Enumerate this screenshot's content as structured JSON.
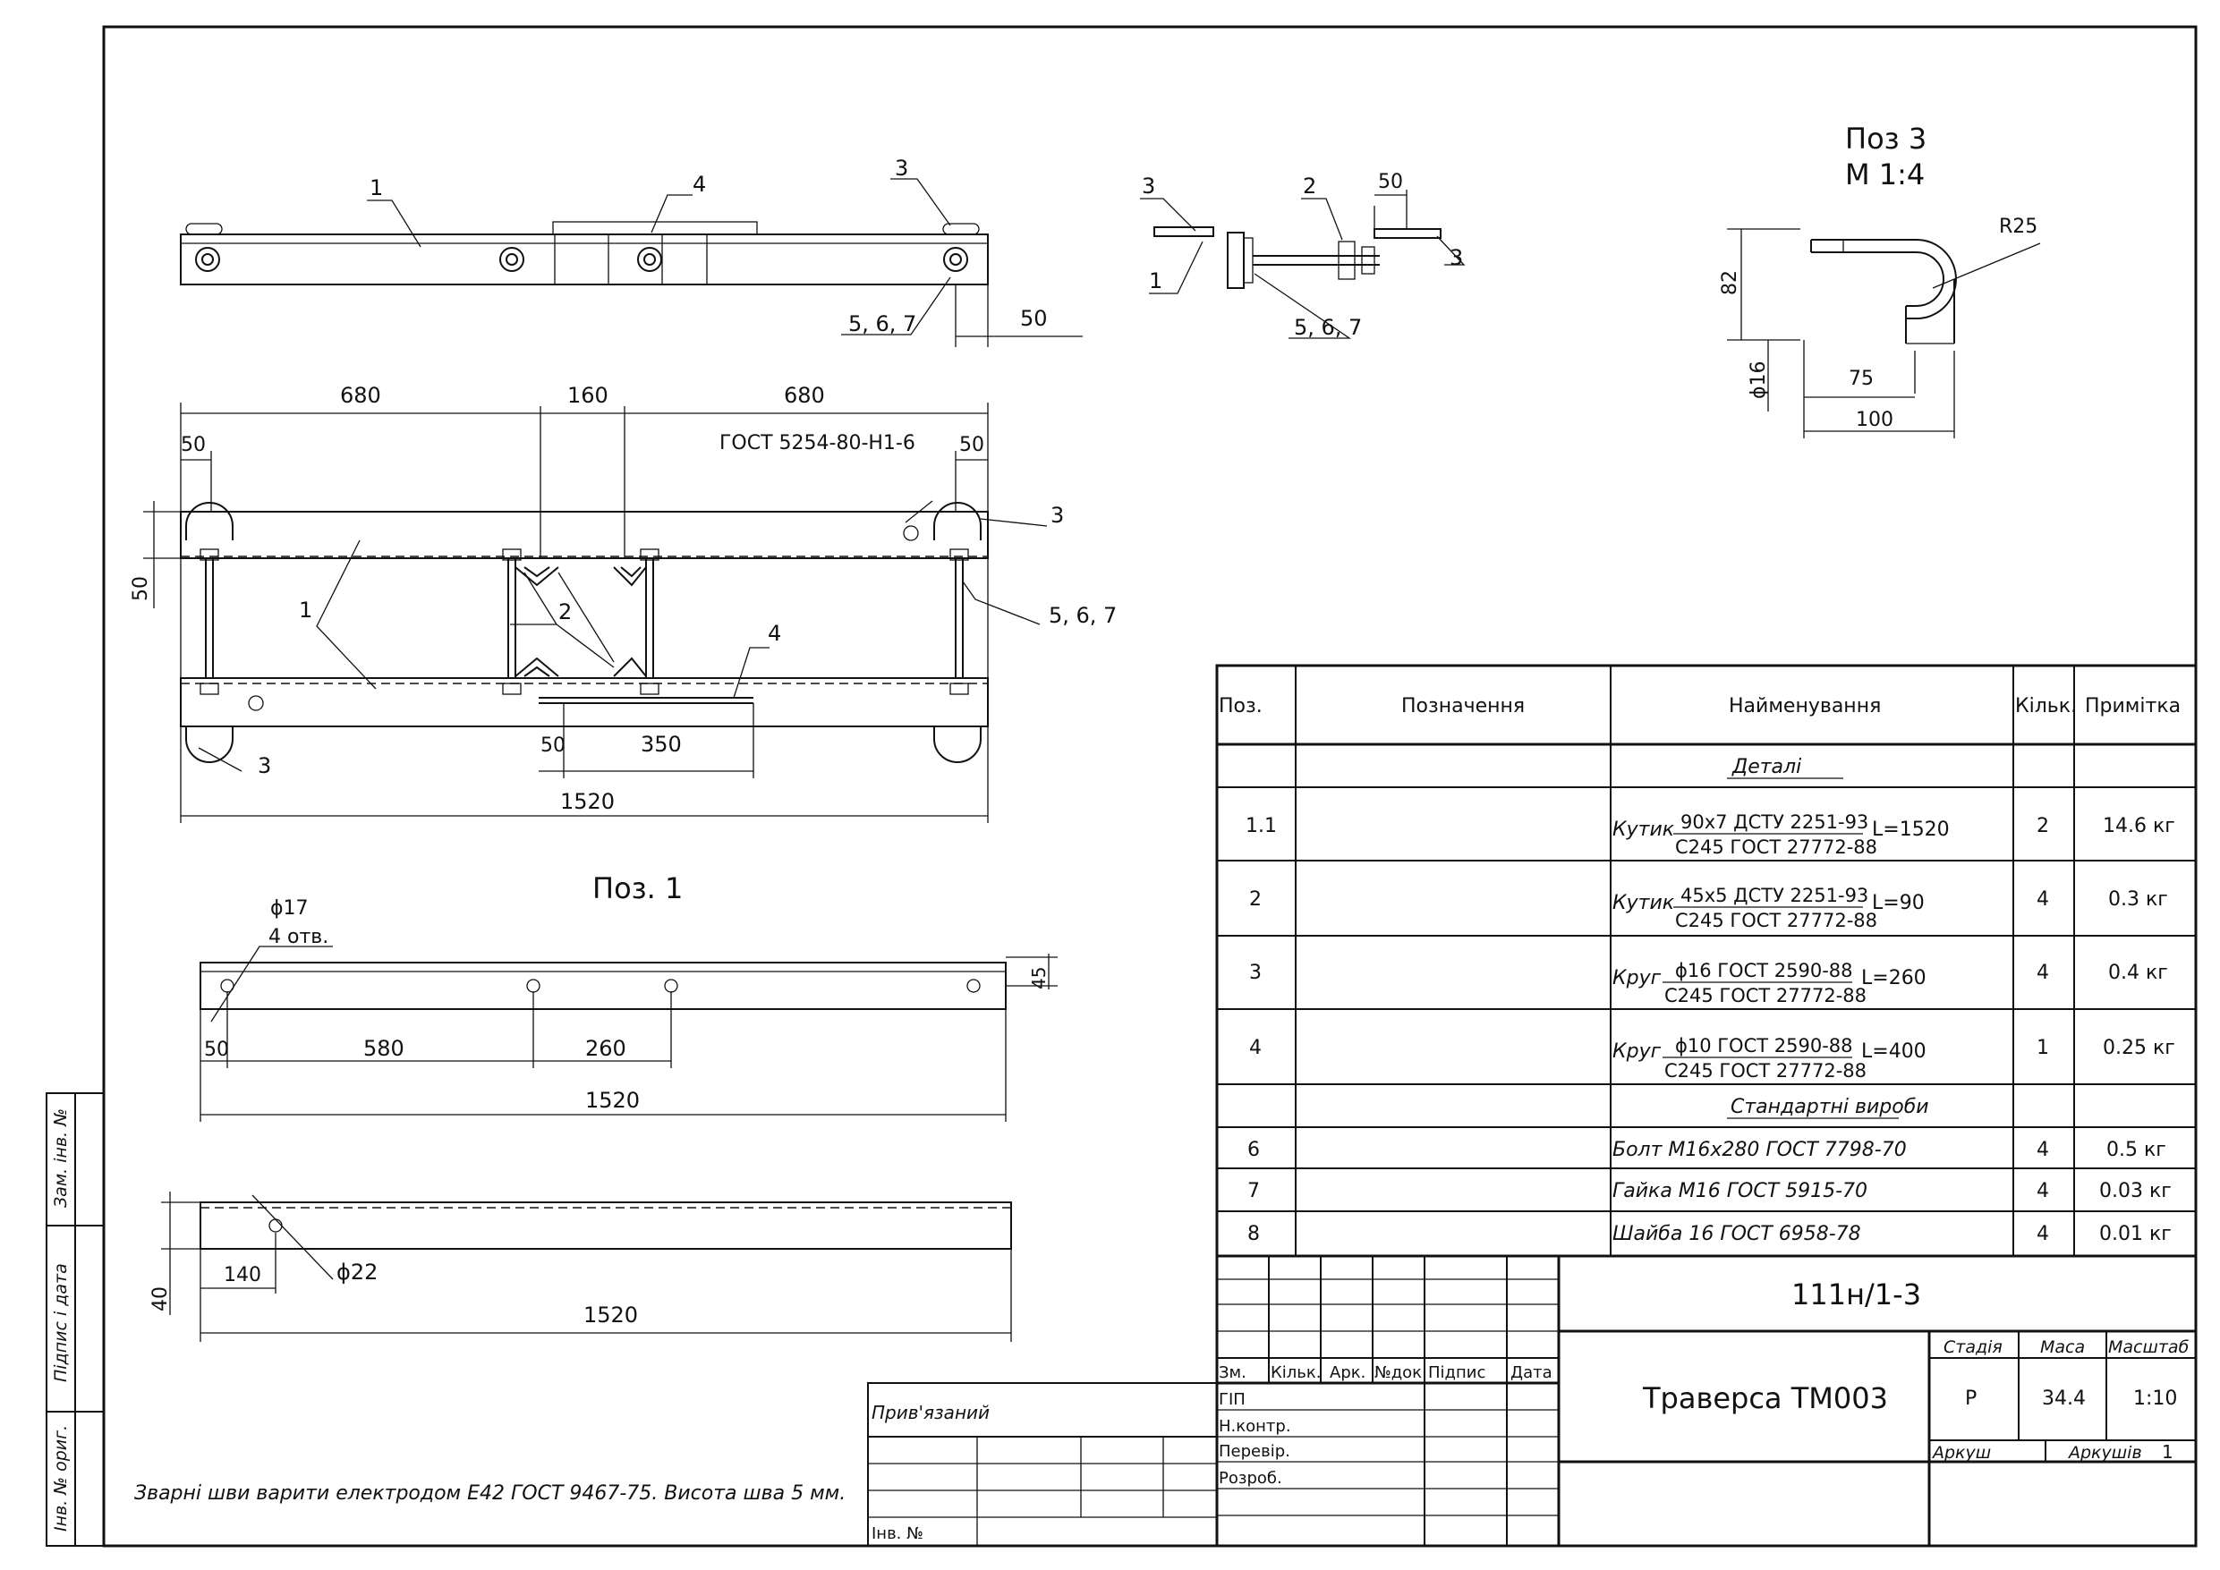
{
  "drawing": {
    "code": "111н/1-3",
    "title": "Траверса ТМ003",
    "note": "Зварні шви варити електродом Е42 ГОСТ 9467-75. Висота шва 5 мм."
  },
  "views": {
    "top_view": {
      "label_1": "1",
      "label_4": "4",
      "label_3": "3",
      "label_bolts": "5, 6, 7",
      "dim_50": "50"
    },
    "side_view": {
      "label_3a": "3",
      "label_2": "2",
      "label_50": "50",
      "label_1": "1",
      "label_bolts": "5, 6, 7",
      "label_3b": "3"
    },
    "poz3": {
      "title": "Поз 3",
      "scale": "М 1:4",
      "r": "R25",
      "h": "82",
      "d": "ϕ16",
      "w75": "75",
      "w100": "100"
    },
    "plan_view": {
      "dim_680a": "680",
      "dim_160": "160",
      "dim_680b": "680",
      "dim_50a": "50",
      "dim_50b": "50",
      "gost": "ГОСТ 5254-80-Н1-6",
      "label_3a": "3",
      "dim_50v": "50",
      "label_1": "1",
      "label_2": "2",
      "label_4": "4",
      "label_bolts": "5, 6, 7",
      "label_3b": "3",
      "dim_50c": "50",
      "dim_350": "350",
      "dim_1520": "1520"
    },
    "poz1": {
      "title": "Поз. 1",
      "hole": "ϕ17",
      "holes_count": "4 отв.",
      "dim_45": "45",
      "dim_50": "50",
      "dim_580": "580",
      "dim_260": "260",
      "dim_1520": "1520"
    },
    "poz1b": {
      "dim_40": "40",
      "dim_140": "140",
      "hole": "ϕ22",
      "dim_1520": "1520"
    }
  },
  "spec_table": {
    "headers": [
      "Поз.",
      "Позначення",
      "Найменування",
      "Кільк.",
      "Примітка"
    ],
    "section_details": "Деталі",
    "section_standard": "Стандартні вироби",
    "rows": [
      {
        "pos": "1.1",
        "prefix": "Кутик",
        "top": "90х7 ДСТУ 2251-93",
        "bottom": "С245 ГОСТ 27772-88",
        "length": "L=1520",
        "qty": "2",
        "note": "14.6 кг"
      },
      {
        "pos": "2",
        "prefix": "Кутик",
        "top": "45х5 ДСТУ 2251-93",
        "bottom": "С245 ГОСТ 27772-88",
        "length": "L=90",
        "qty": "4",
        "note": "0.3 кг"
      },
      {
        "pos": "3",
        "prefix": "Круг",
        "top": "ϕ16 ГОСТ 2590-88",
        "bottom": "С245 ГОСТ 27772-88",
        "length": "L=260",
        "qty": "4",
        "note": "0.4 кг"
      },
      {
        "pos": "4",
        "prefix": "Круг",
        "top": "ϕ10 ГОСТ 2590-88",
        "bottom": "С245 ГОСТ 27772-88",
        "length": "L=400",
        "qty": "1",
        "note": "0.25 кг"
      }
    ],
    "std_rows": [
      {
        "pos": "6",
        "name": "Болт М16х280 ГОСТ 7798-70",
        "qty": "4",
        "note": "0.5 кг"
      },
      {
        "pos": "7",
        "name": "Гайка М16 ГОСТ 5915-70",
        "qty": "4",
        "note": "0.03 кг"
      },
      {
        "pos": "8",
        "name": "Шайба 16 ГОСТ 6958-78",
        "qty": "4",
        "note": "0.01 кг"
      }
    ]
  },
  "title_block": {
    "col_headers": [
      "Зм.",
      "Кільк.",
      "Арк.",
      "№док.",
      "Підпис",
      "Дата"
    ],
    "roles": [
      "ГІП",
      "Н.контр.",
      "Перевір.",
      "Розроб."
    ],
    "attached": "Прив'язаний",
    "inv": "Інв. №",
    "stage_label": "Стадія",
    "mass_label": "Маса",
    "scale_label": "Масштаб",
    "stage": "Р",
    "mass": "34.4",
    "scale": "1:10",
    "sheet_label": "Аркуш",
    "sheets_label": "Аркушів",
    "sheets": "1"
  },
  "side_stamp": [
    "Зам. інв. №",
    "Підпис і дата",
    "Інв. № ориг."
  ]
}
